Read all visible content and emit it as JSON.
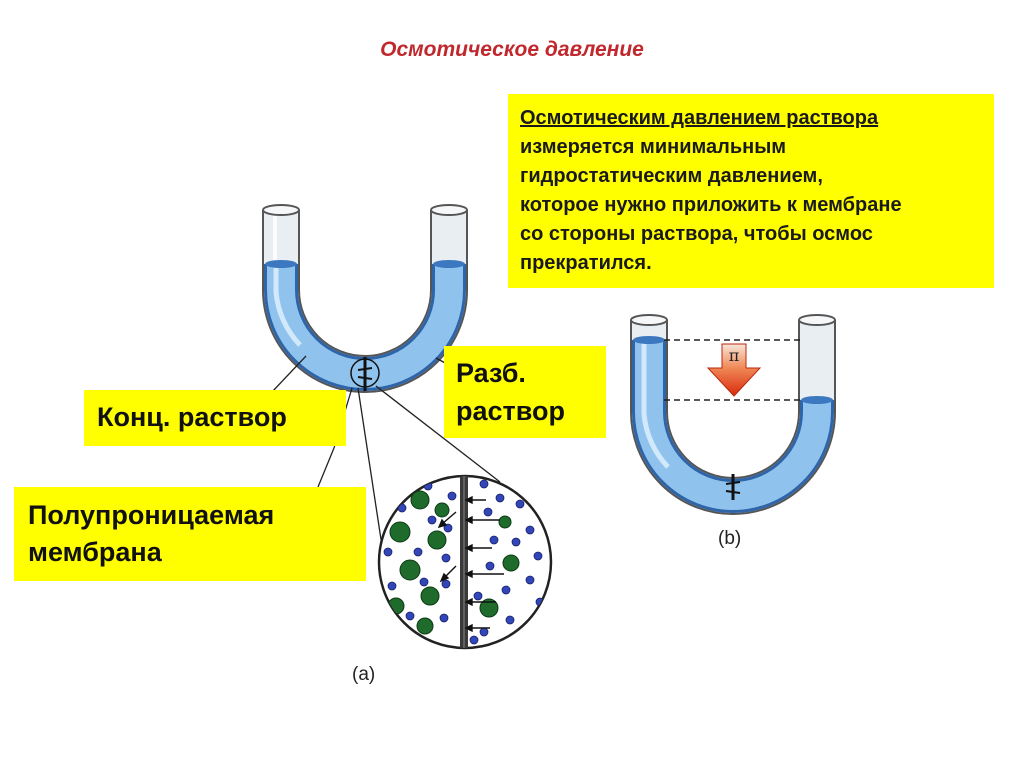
{
  "title": "Осмотическое давление",
  "definition": {
    "lines": [
      "Осмотическим давлением раствора",
      "измеряется минимальным",
      "гидростатическим давлением,",
      "которое нужно приложить к мембране",
      "со стороны  раствора, чтобы осмос",
      "прекратился."
    ]
  },
  "labels": {
    "concentrated": "Конц. раствор",
    "dilute_line1": "Разб.",
    "dilute_line2": "раствор",
    "membrane_line1": "Полупроницаемая",
    "membrane_line2": "мембрана"
  },
  "captions": {
    "a": "(a)",
    "b": "(b)"
  },
  "symbols": {
    "pi": "π"
  },
  "colors": {
    "box_yellow": "#ffff00",
    "title_red": "#c0282d",
    "solution_blue": "#6aaee6",
    "arrow_red": "#e23a12",
    "solute_green": "#1f6b2c",
    "solvent_blue": "#3346b8"
  }
}
